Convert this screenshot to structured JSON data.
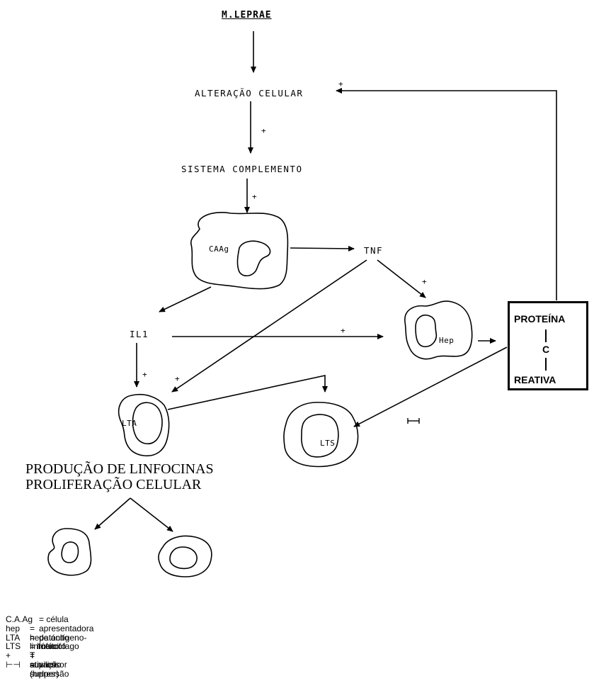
{
  "title": "M.LEPRAE",
  "nodes": {
    "alteracao": "ALTERAÇÃO CELULAR",
    "complemento": "SISTEMA COMPLEMENTO",
    "caag": "CAAg",
    "tnf": "TNF",
    "il1": "IL1",
    "hep": "Hep",
    "lta": "LTA",
    "lts": "LTS"
  },
  "protein_box": {
    "line1": "PROTEÍNA",
    "line2": "C",
    "line3": "REATIVA"
  },
  "signs": {
    "activation": "+",
    "suppression_symbol": "⊢⊣"
  },
  "effects": {
    "line1": "PRODUÇÃO DE LINFOCINAS",
    "line2": "PROLIFERAÇÃO CELULAR"
  },
  "legend": [
    {
      "key": "C.A.Ag",
      "text": "= célula apresentadora de antígeno-macrófago"
    },
    {
      "key": "hep",
      "text": "= hepatócito"
    },
    {
      "key": "LTA",
      "text": "= linfócito T auxiliar (helper)"
    },
    {
      "key": "LTS",
      "text": "= linfócito T supressor"
    },
    {
      "key": "+",
      "text": "= ativação"
    },
    {
      "key": "⊢⊣",
      "text": "= supressão"
    }
  ]
}
